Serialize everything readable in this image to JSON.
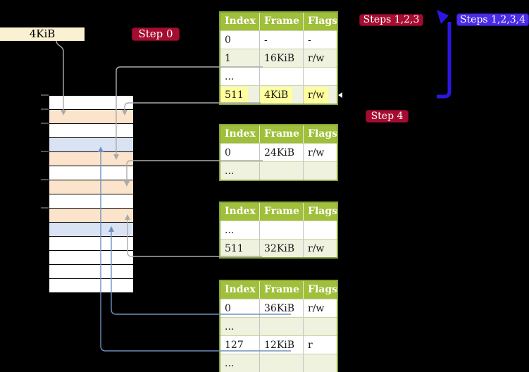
{
  "page_size_label": {
    "text": "4KiB"
  },
  "step_badges": {
    "step0": {
      "text": "Step 0"
    },
    "steps123": {
      "text": "Steps 1,2,3"
    },
    "steps1234": {
      "text": "Steps 1,2,3,4"
    },
    "step4": {
      "text": "Step 4"
    }
  },
  "page_tables": [
    {
      "id": "table-1",
      "headers": [
        "Index",
        "Frame",
        "Flags"
      ],
      "rows": [
        {
          "cells": [
            "0",
            "-",
            "-"
          ],
          "highlight": false
        },
        {
          "cells": [
            "1",
            "16KiB",
            "r/w"
          ],
          "highlight": false
        },
        {
          "cells": [
            "...",
            "",
            ""
          ],
          "highlight": false
        },
        {
          "cells": [
            "511",
            "4KiB",
            "r/w"
          ],
          "highlight": true
        }
      ]
    },
    {
      "id": "table-2",
      "headers": [
        "Index",
        "Frame",
        "Flags"
      ],
      "rows": [
        {
          "cells": [
            "0",
            "24KiB",
            "r/w"
          ],
          "highlight": false
        },
        {
          "cells": [
            "...",
            "",
            ""
          ],
          "highlight": false
        }
      ]
    },
    {
      "id": "table-3",
      "headers": [
        "Index",
        "Frame",
        "Flags"
      ],
      "rows": [
        {
          "cells": [
            "...",
            "",
            ""
          ],
          "highlight": false
        },
        {
          "cells": [
            "511",
            "32KiB",
            "r/w"
          ],
          "highlight": false
        }
      ]
    },
    {
      "id": "table-4",
      "headers": [
        "Index",
        "Frame",
        "Flags"
      ],
      "rows": [
        {
          "cells": [
            "0",
            "36KiB",
            "r/w"
          ],
          "highlight": false
        },
        {
          "cells": [
            "...",
            "",
            ""
          ],
          "highlight": false
        },
        {
          "cells": [
            "127",
            "12KiB",
            "r"
          ],
          "highlight": false
        },
        {
          "cells": [
            "...",
            "",
            ""
          ],
          "highlight": false
        }
      ]
    }
  ],
  "memory_strip": {
    "rows": [
      "white",
      "peach",
      "white",
      "blue",
      "peach",
      "white",
      "peach",
      "white",
      "peach",
      "blue",
      "white",
      "white",
      "white",
      "white"
    ],
    "tick_count": 6
  },
  "connections": [
    {
      "from": "4KiB-label",
      "to": "strip-row-2-peach",
      "color": "gray"
    },
    {
      "from": "table-1-row-511",
      "to": "strip-row-2-peach",
      "color": "gray"
    },
    {
      "from": "table-1-row-1",
      "to": "strip-row-5-peach",
      "color": "gray"
    },
    {
      "from": "table-2-row-0",
      "to": "strip-row-7-peach",
      "color": "gray"
    },
    {
      "from": "table-3-row-511",
      "to": "strip-row-9-peach",
      "color": "gray"
    },
    {
      "from": "table-4-row-0",
      "to": "strip-row-10-blue",
      "color": "blue"
    },
    {
      "from": "table-4-row-127",
      "to": "strip-row-4-blue",
      "color": "blue"
    },
    {
      "from": "table-1-area",
      "to": "steps-badges",
      "color": "big-blue"
    }
  ],
  "colors": {
    "badge_red": "#a50d30",
    "badge_blue": "#4a2be8",
    "table_header_green": "#a0bf3a",
    "table_row_green": "#eef2de",
    "table_border": "#87a23b",
    "highlight_yellow": "#ffff9c",
    "label_cream": "#faf0d2",
    "strip_peach": "#fce4cc",
    "strip_blue": "#dae3f3",
    "connector_gray": "#ababab",
    "connector_blue": "#7090c4",
    "big_arrow_blue": "#2b18e0"
  }
}
